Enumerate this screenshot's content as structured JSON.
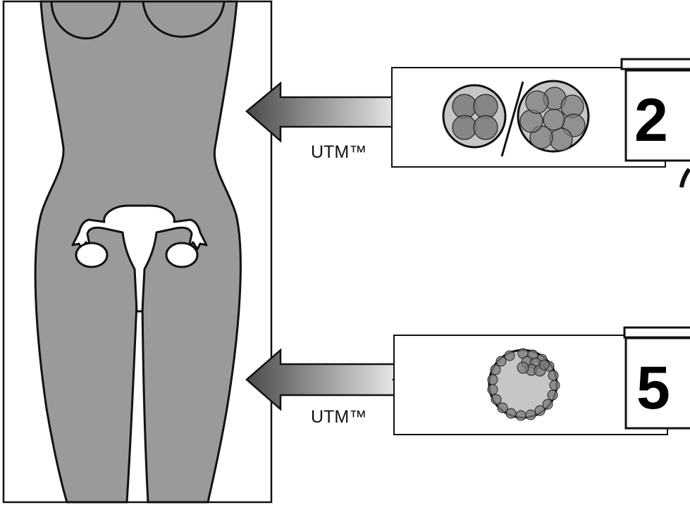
{
  "arrows": [
    {
      "label": "UTM™"
    },
    {
      "label": "UTM™"
    }
  ],
  "calendar_cards": [
    {
      "day": "2"
    },
    {
      "day": "5"
    }
  ],
  "colors": {
    "body_fill": "#9a9a9a",
    "outline": "#111111",
    "cell_fill": "#7a7a7a",
    "embryo_bg": "#c6c6c6"
  }
}
